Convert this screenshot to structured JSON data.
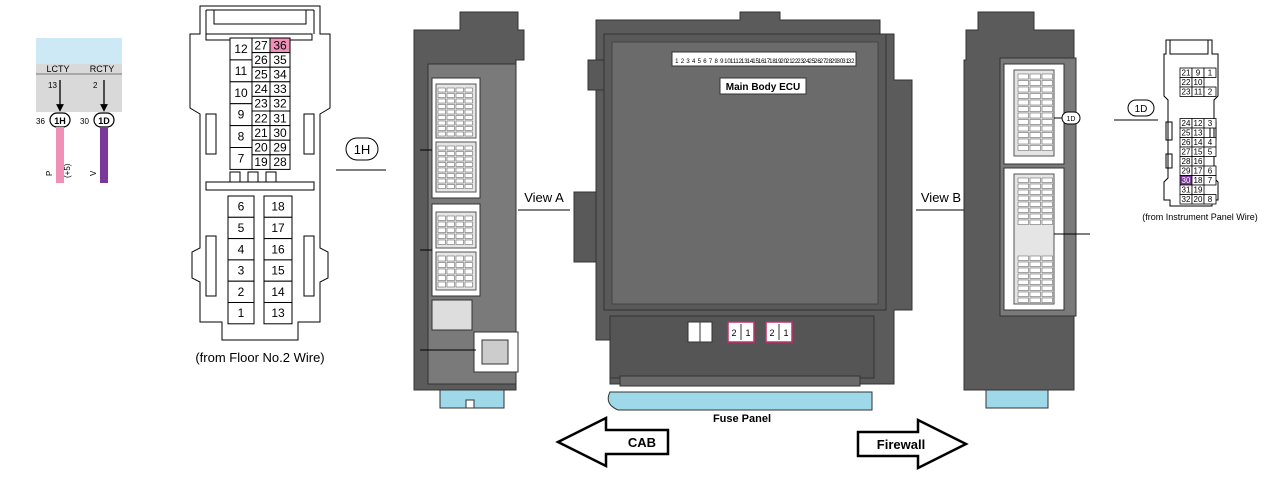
{
  "wiring": {
    "lcty": "LCTY",
    "rcty": "RCTY",
    "pin_left_num": "13",
    "pin_right_num": "2",
    "conn_left_pin": "36",
    "conn_right_pin": "30",
    "conn_left": "1H",
    "conn_right": "1D",
    "wire_left_color": "P",
    "wire_left_note": "(+5)",
    "wire_right_color": "V",
    "pink": "#f08fb8",
    "purple": "#7a3a9a",
    "header_bg": "#cde9f6"
  },
  "conn_1h": {
    "upper_left_col": [
      "12",
      "11",
      "10",
      "9",
      "8",
      "7"
    ],
    "upper_mid_col": [
      "27",
      "26",
      "25",
      "24",
      "23",
      "22",
      "21",
      "20",
      "19"
    ],
    "upper_right_col": [
      "36",
      "35",
      "34",
      "33",
      "32",
      "31",
      "30",
      "29",
      "28"
    ],
    "lower_left_col": [
      "6",
      "5",
      "4",
      "3",
      "2",
      "1"
    ],
    "lower_right_col": [
      "18",
      "17",
      "16",
      "15",
      "14",
      "13"
    ],
    "highlight_pin": "36",
    "caption": "(from Floor No.2 Wire)",
    "callout_label": "1H"
  },
  "ecu": {
    "view_a": "View A",
    "view_b": "View B",
    "main_label": "Main Body ECU",
    "fuse_panel": "Fuse Panel",
    "cab": "CAB",
    "firewall": "Firewall",
    "fuse_numbers": [
      "1",
      "2",
      "3",
      "4",
      "5",
      "6",
      "7",
      "8",
      "9",
      "10",
      "11",
      "12",
      "13",
      "14",
      "15",
      "16",
      "17",
      "18",
      "19",
      "20",
      "21",
      "22",
      "23",
      "24",
      "25",
      "26",
      "27",
      "28",
      "29",
      "30",
      "31",
      "32"
    ],
    "small_pins": [
      "2",
      "1"
    ],
    "callout_1d": "1D",
    "body_color": "#5b5b5b",
    "panel_blue": "#9fd8e8"
  },
  "conn_1d": {
    "rows": [
      [
        "21",
        "9",
        "1"
      ],
      [
        "22",
        "10",
        ""
      ],
      [
        "23",
        "11",
        "2"
      ],
      [
        "24",
        "12",
        "3"
      ],
      [
        "25",
        "13",
        ""
      ],
      [
        "26",
        "14",
        "4"
      ],
      [
        "27",
        "15",
        "5"
      ],
      [
        "28",
        "16",
        ""
      ],
      [
        "29",
        "17",
        "6"
      ],
      [
        "30",
        "18",
        "7"
      ],
      [
        "31",
        "19",
        ""
      ],
      [
        "32",
        "20",
        "8"
      ]
    ],
    "highlight_pin": "30",
    "caption": "(from Instrument Panel Wire)",
    "callout_label": "1D"
  }
}
